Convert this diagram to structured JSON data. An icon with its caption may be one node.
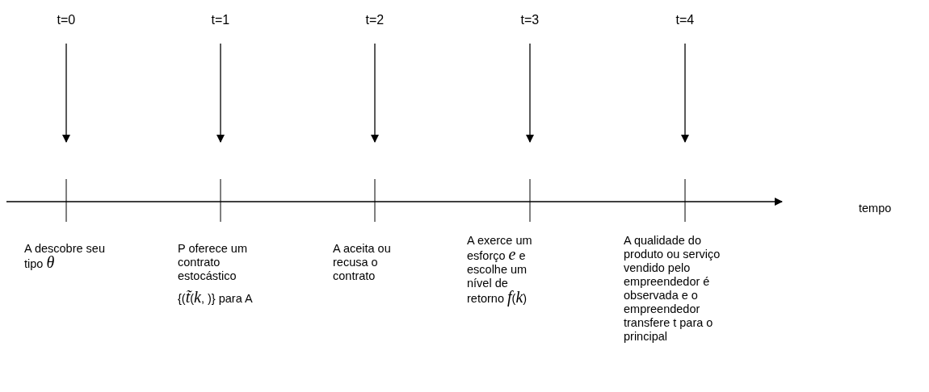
{
  "diagram": {
    "nodes": [
      {
        "text": [
          "t=0"
        ]
      },
      {
        "text": [
          "t=1"
        ]
      },
      {
        "text": [
          "t=2"
        ]
      },
      {
        "text": [
          "t=3"
        ]
      },
      {
        "text": [
          "t=4"
        ]
      }
    ],
    "edges": [
      {
        "from": 0,
        "to": null,
        "arrow": "to"
      },
      {
        "from": 1,
        "to": null,
        "arrow": "to"
      },
      {
        "from": 2,
        "to": null,
        "arrow": "to"
      },
      {
        "from": 3,
        "to": null,
        "arrow": "to"
      },
      {
        "from": 4,
        "to": null,
        "arrow": "to"
      }
    ],
    "labels": [
      "tempo",
      "A descobre seu tipo *θ*",
      "P oferece um contrato estocástico",
      "{(*t̃*(*k*, )} para A",
      "A aceita ou recusa o contrato",
      "A exerce um esforço *e* e escolhe um nível de retorno *f*(*k*)",
      "A qualidade do produto ou serviço vendido pelo empreendedor é observada e o empreendedor transfere t para o principal"
    ]
  }
}
